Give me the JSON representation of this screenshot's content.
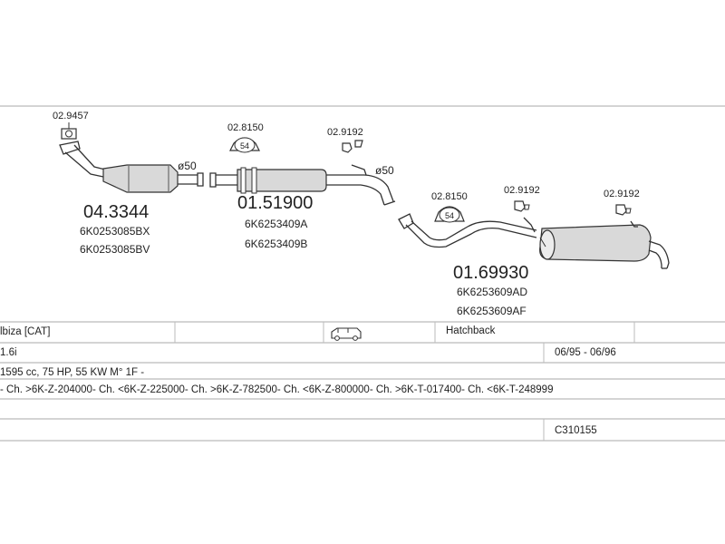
{
  "parts": {
    "front": {
      "number": "04.3344",
      "refs": [
        "6K0253085BX",
        "6K0253085BV"
      ],
      "gasket_code": "02.9457",
      "pipe_diameter": "ø50"
    },
    "middle": {
      "number": "01.51900",
      "refs": [
        "6K6253409A",
        "6K6253409B"
      ],
      "clamp_code": "02.8150",
      "clamp_size": "54",
      "hanger_code": "02.9192",
      "pipe_diameter": "ø50"
    },
    "rear": {
      "number": "01.69930",
      "refs": [
        "6K6253609AD",
        "6K6253609AF"
      ],
      "clamp_code": "02.8150",
      "clamp_size": "54",
      "hanger_code_1": "02.9192",
      "hanger_code_2": "02.9192"
    }
  },
  "vehicle": {
    "model": "lbiza  [CAT]",
    "body": "Hatchback",
    "engine": "1.6i",
    "years": "06/95 - 06/96",
    "specs": "1595 cc, 75 HP, 55 KW M° 1F -",
    "chassis": "- Ch. >6K-Z-204000- Ch. <6K-Z-225000- Ch. >6K-Z-782500- Ch. <6K-Z-800000- Ch. >6K-T-017400- Ch. <6K-T-248999",
    "code": "C310155",
    "car_icon": "car-icon"
  },
  "colors": {
    "line": "#333333",
    "part_fill": "#d9d9d9",
    "grid": "#aaaaaa"
  }
}
